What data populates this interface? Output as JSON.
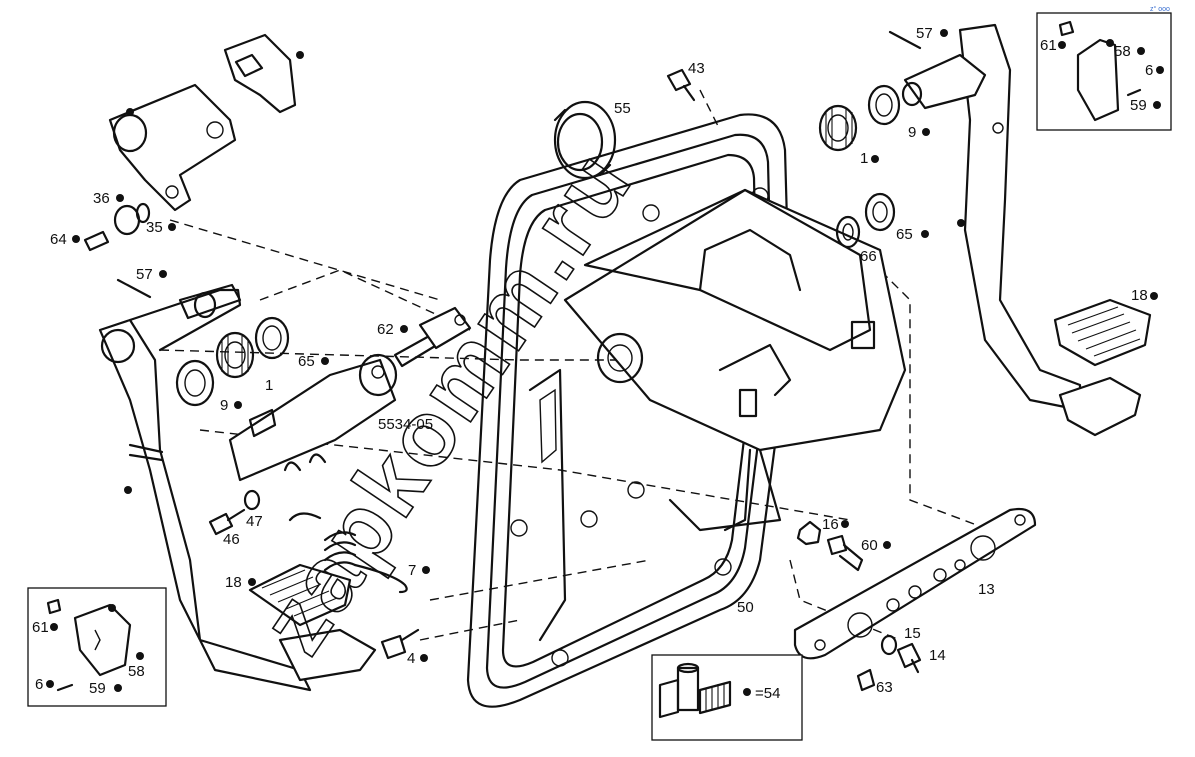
{
  "watermark": "zapkomm.ru",
  "corner_mark": "z° ooo",
  "kit_label": "=54",
  "labels": [
    {
      "id": "l1",
      "text": "43",
      "dot": false
    },
    {
      "id": "l2",
      "text": "55",
      "dot": false
    },
    {
      "id": "l3",
      "text": "57",
      "dot": true
    },
    {
      "id": "l4",
      "text": "61",
      "dot": true
    },
    {
      "id": "l5",
      "text": "58",
      "dot": true
    },
    {
      "id": "l6",
      "text": "6",
      "dot": true
    },
    {
      "id": "l7",
      "text": "59",
      "dot": true
    },
    {
      "id": "l8",
      "text": "9",
      "dot": true
    },
    {
      "id": "l9",
      "text": "1",
      "dot": true
    },
    {
      "id": "l10",
      "text": "36",
      "dot": true
    },
    {
      "id": "l11",
      "text": "35",
      "dot": true
    },
    {
      "id": "l12",
      "text": "64",
      "dot": true
    },
    {
      "id": "l13",
      "text": "65",
      "dot": true
    },
    {
      "id": "l14",
      "text": "66",
      "dot": false
    },
    {
      "id": "l15",
      "text": "57",
      "dot": true
    },
    {
      "id": "l16",
      "text": "62",
      "dot": true
    },
    {
      "id": "l17",
      "text": "65",
      "dot": true
    },
    {
      "id": "l18",
      "text": "1",
      "dot": false
    },
    {
      "id": "l19",
      "text": "9",
      "dot": true
    },
    {
      "id": "l20",
      "text": "5534-05",
      "dot": false
    },
    {
      "id": "l21",
      "text": "18",
      "dot": true
    },
    {
      "id": "l22",
      "text": "47",
      "dot": false
    },
    {
      "id": "l23",
      "text": "46",
      "dot": false
    },
    {
      "id": "l24",
      "text": "7",
      "dot": true
    },
    {
      "id": "l25",
      "text": "18",
      "dot": true
    },
    {
      "id": "l26",
      "text": "16",
      "dot": true
    },
    {
      "id": "l27",
      "text": "60",
      "dot": true
    },
    {
      "id": "l28",
      "text": "13",
      "dot": false
    },
    {
      "id": "l29",
      "text": "50",
      "dot": false
    },
    {
      "id": "l30",
      "text": "61",
      "dot": true
    },
    {
      "id": "l31",
      "text": "58",
      "dot": true
    },
    {
      "id": "l32",
      "text": "6",
      "dot": true
    },
    {
      "id": "l33",
      "text": "59",
      "dot": true
    },
    {
      "id": "l34",
      "text": "4",
      "dot": true
    },
    {
      "id": "l35",
      "text": "15",
      "dot": false
    },
    {
      "id": "l36",
      "text": "14",
      "dot": false
    },
    {
      "id": "l37",
      "text": "63",
      "dot": false
    }
  ],
  "unlabeled_dots": [
    "d1",
    "d2",
    "d3",
    "d4",
    "d5",
    "d6"
  ]
}
